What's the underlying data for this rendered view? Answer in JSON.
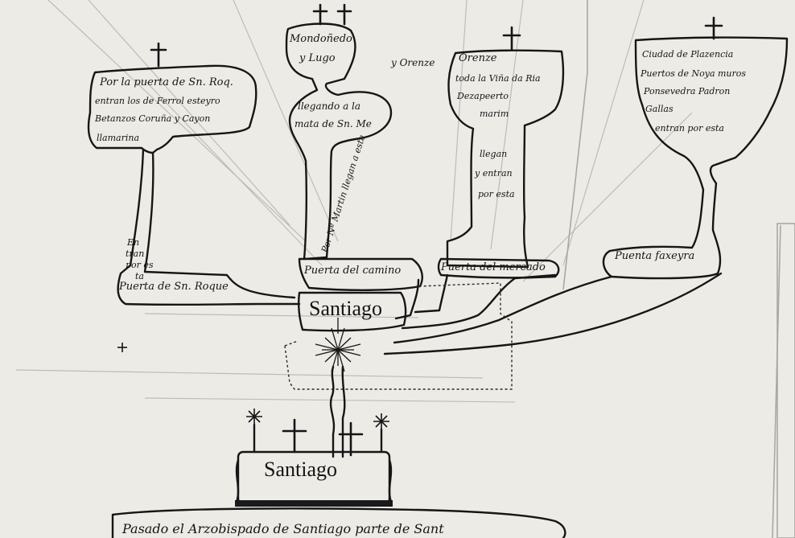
{
  "places": {
    "mondonedo": {
      "line1": "Mondoñedo",
      "line2": "y Lugo",
      "route_1": "llegando a la",
      "route_2": "mata de Sn. Me",
      "road": "Por Nº Martin llegan a esta"
    },
    "orense": {
      "name": "Orenze",
      "line2": "toda la Viña da Ria",
      "line3": "Dezapeerto",
      "line4": "marim",
      "route_1": "llegan",
      "route_2": "y entran",
      "route_3": "por esta"
    },
    "orense_side": "y Orenze",
    "roque": {
      "line1": "Por la puerta de Sn. Roq.",
      "line2": "entran los de Ferrol esteyro",
      "line3": "Betanzos Coruña y Cayon",
      "line4": "llamarina",
      "road_1": "En",
      "road_2": "tran",
      "road_3": "por es",
      "road_4": "ta"
    },
    "faxeyra": {
      "line1": "Ciudad de Plazencia",
      "line2": "Puertos de Noya muros",
      "line3": "Ponsevedra Padron",
      "line4": "Gallas",
      "line5": "entran por esta"
    }
  },
  "gates": {
    "camino": "Puerta del camino",
    "mercado": "Puerta del mercado",
    "roque": "Puerta de Sn. Roque",
    "faxeyra": "Puenta faxeyra"
  },
  "city": {
    "main": "Santiago",
    "lower": "Santiago"
  },
  "footer": "Pasado el Arzobispado de Santiago parte de Sant"
}
